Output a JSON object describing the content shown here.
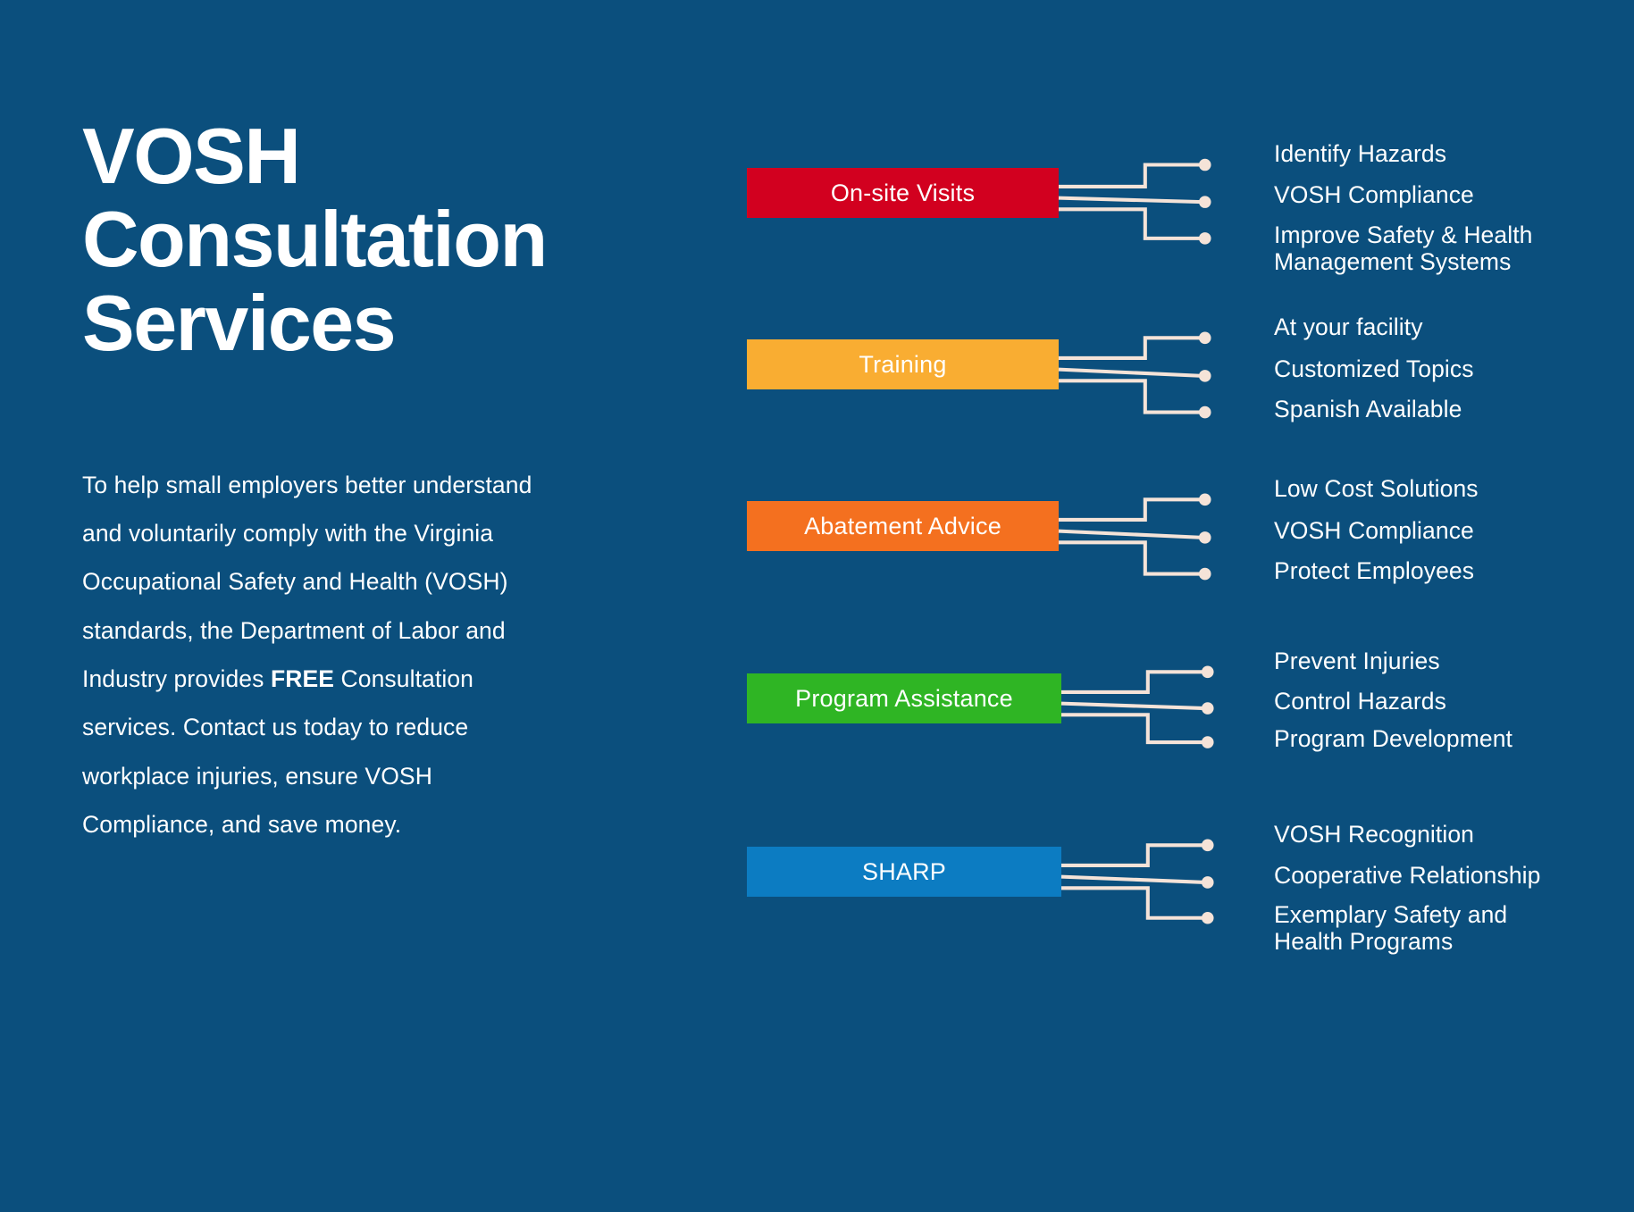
{
  "poster": {
    "background_color": "#0b4f7d",
    "connector_color": "#f5e3d8",
    "text_color": "#ffffff"
  },
  "title": "VOSH\nConsultation\nServices",
  "intro": {
    "before_free": "To help small employers better understand and voluntarily comply with the Virginia Occupational Safety and Health (VOSH) standards, the Department of Labor and Industry provides ",
    "free_word": "FREE",
    "after_free": " Consultation services. Contact us today to reduce workplace injuries, ensure VOSH Compliance, and save money."
  },
  "services": [
    {
      "name": "On-site Visits",
      "color": "#d2001f",
      "branches": [
        "Identify Hazards",
        "VOSH Compliance",
        "Improve Safety & Health\nManagement Systems"
      ]
    },
    {
      "name": "Training",
      "color": "#f9ad32",
      "branches": [
        "At your facility",
        "Customized Topics",
        "Spanish Available"
      ]
    },
    {
      "name": "Abatement Advice",
      "color": "#f4701f",
      "branches": [
        "Low Cost Solutions",
        "VOSH Compliance",
        "Protect Employees"
      ]
    },
    {
      "name": "Program Assistance",
      "color": "#2fb524",
      "branches": [
        "Prevent Injuries",
        "Control Hazards",
        "Program Development"
      ]
    },
    {
      "name": "SHARP",
      "color": "#0c7cc2",
      "branches": [
        "VOSH Recognition",
        "Cooperative Relationship",
        "Exemplary Safety and\nHealth Programs"
      ]
    }
  ]
}
